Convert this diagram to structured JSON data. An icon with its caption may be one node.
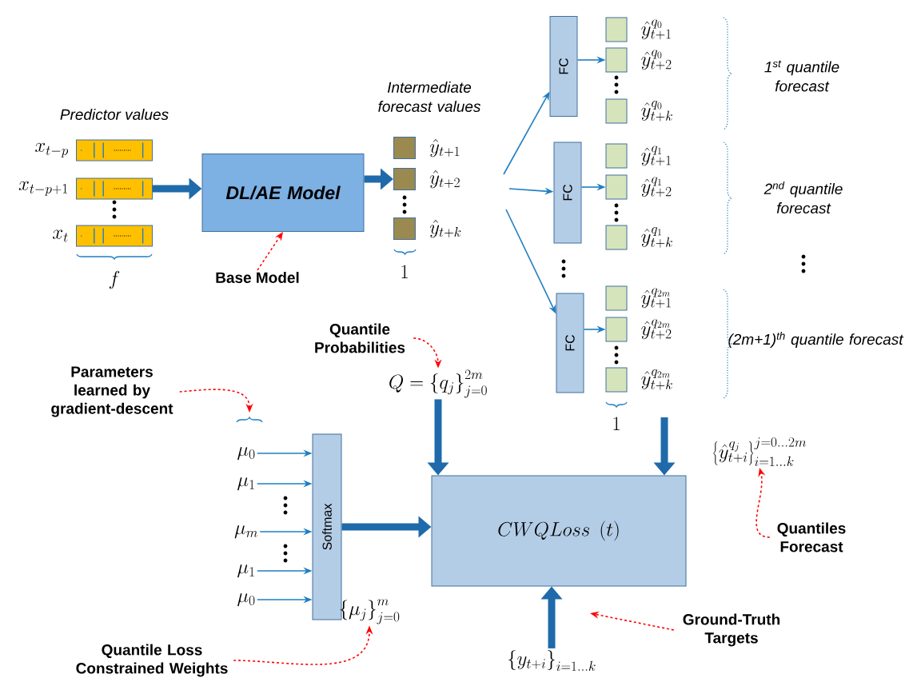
{
  "diagram": {
    "nodes": [
      {
        "text": [],
        "shape": "bar",
        "beside": [
          "x_{t-p}"
        ]
      },
      {
        "text": [],
        "shape": "bar",
        "beside": [
          "x_{t-p+1}"
        ]
      },
      {
        "text": [],
        "shape": "bar",
        "beside": [
          "x_{t}"
        ]
      },
      {
        "text": [
          "DL/AE Model"
        ]
      },
      {
        "text": [
          "Base Model"
        ]
      },
      {
        "text": [],
        "shape": "box",
        "beside": [
          "\\hat{y}_{t+1}"
        ]
      },
      {
        "text": [],
        "shape": "box",
        "beside": [
          "\\hat{y}_{t+2}"
        ]
      },
      {
        "text": [],
        "shape": "box",
        "beside": [
          "\\hat{y}_{t+k}"
        ]
      },
      {
        "text": [
          "FC"
        ]
      },
      {
        "text": [],
        "shape": "box",
        "beside": [
          "\\hat{y}_{t+1}^{q_0}"
        ]
      },
      {
        "text": [],
        "shape": "box",
        "beside": [
          "\\hat{y}_{t+2}^{q_0}"
        ]
      },
      {
        "text": [],
        "shape": "box",
        "beside": [
          "\\hat{y}_{t+k}^{q_0}"
        ]
      },
      {
        "text": [
          "FC"
        ]
      },
      {
        "text": [],
        "shape": "box",
        "beside": [
          "\\hat{y}_{t+1}^{q_1}"
        ]
      },
      {
        "text": [],
        "shape": "box",
        "beside": [
          "\\hat{y}_{t+2}^{q_1}"
        ]
      },
      {
        "text": [],
        "shape": "box",
        "beside": [
          "\\hat{y}_{t+k}^{q_1}"
        ]
      },
      {
        "text": [
          "FC"
        ]
      },
      {
        "text": [],
        "shape": "box",
        "beside": [
          "\\hat{y}_{t+1}^{q_{2m}}"
        ]
      },
      {
        "text": [],
        "shape": "box",
        "beside": [
          "\\hat{y}_{t+2}^{q_{2m}}"
        ]
      },
      {
        "text": [],
        "shape": "box",
        "beside": [
          "\\hat{y}_{t+k}^{q_{2m}}"
        ]
      },
      {
        "text": [
          "Softmax"
        ]
      },
      {
        "text": [
          "\\mu_0"
        ]
      },
      {
        "text": [
          "\\mu_1"
        ]
      },
      {
        "text": [
          "\\mu_m"
        ]
      },
      {
        "text": [
          "\\mu_1"
        ]
      },
      {
        "text": [
          "\\mu_0"
        ]
      },
      {
        "text": [
          "CWQLoss\\ (t)"
        ]
      },
      {
        "text": [
          "Q=\\left\\{q_j\\right\\}_{j=0}^{2m}"
        ]
      },
      {
        "text": [
          "\\left\\{\\hat{y}_{t+i}^{q_j}\\right\\}_{i=1\\dots k}^{j=0\\dots 2m}"
        ]
      },
      {
        "text": [
          "\\left\\{y_{t+i}\\right\\}_{i=1\\dots k}"
        ]
      },
      {
        "text": [
          "Quantile Probabilities"
        ]
      },
      {
        "text": [
          "Parameters learned by gradient-descent"
        ]
      },
      {
        "text": [
          "\\left\\{\\mu_j\\right\\}_{j=0}^{m}"
        ]
      },
      {
        "text": [
          "Quantile Loss Constrained Weights"
        ]
      },
      {
        "text": [
          "Quantiles Forecast"
        ]
      },
      {
        "text": [
          "Ground-Truth Targets"
        ]
      }
    ],
    "edges": [
      {
        "from": 1,
        "to": 3,
        "arrow": "to",
        "style": "thick"
      },
      {
        "from": 3,
        "to": 6,
        "arrow": "to",
        "style": "thick"
      },
      {
        "from": null,
        "to": 8,
        "arrow": "to"
      },
      {
        "from": null,
        "to": 12,
        "arrow": "to"
      },
      {
        "from": null,
        "to": 16,
        "arrow": "to"
      },
      {
        "from": 8,
        "to": 10,
        "arrow": "to"
      },
      {
        "from": 12,
        "to": 14,
        "arrow": "to"
      },
      {
        "from": 16,
        "to": 18,
        "arrow": "to"
      },
      {
        "from": 4,
        "to": 3,
        "arrow": "to",
        "style": "dashed",
        "color": "#ff0000"
      },
      {
        "from": 21,
        "to": 20,
        "arrow": "to"
      },
      {
        "from": 22,
        "to": 20,
        "arrow": "to"
      },
      {
        "from": 23,
        "to": 20,
        "arrow": "to"
      },
      {
        "from": 24,
        "to": 20,
        "arrow": "to"
      },
      {
        "from": 25,
        "to": 20,
        "arrow": "to"
      },
      {
        "from": 20,
        "to": 26,
        "arrow": "to",
        "style": "thick"
      },
      {
        "from": 27,
        "to": 26,
        "arrow": "to",
        "style": "thick"
      },
      {
        "from": null,
        "to": 26,
        "arrow": "to",
        "style": "thick"
      },
      {
        "from": 29,
        "to": 26,
        "arrow": "to",
        "style": "thick"
      },
      {
        "from": 30,
        "to": 27,
        "arrow": "to",
        "style": "dashed",
        "color": "#ff0000"
      },
      {
        "from": 31,
        "to": null,
        "arrow": "to",
        "style": "dashed",
        "color": "#ff0000"
      },
      {
        "from": 33,
        "to": 32,
        "arrow": "to",
        "style": "dashed",
        "color": "#ff0000"
      },
      {
        "from": 34,
        "to": 28,
        "arrow": "to",
        "style": "dashed",
        "color": "#ff0000"
      },
      {
        "from": 35,
        "to": null,
        "arrow": "to",
        "style": "dashed",
        "color": "#ff0000"
      }
    ],
    "labels": [
      "Predictor values",
      "f",
      "Intermediate forecast values",
      "1",
      "1$^{st}$ quantile forecast",
      "2$^{nd}$ quantile forecast",
      "(2m+1)$^{th}$ quantile forecast",
      "1"
    ]
  }
}
